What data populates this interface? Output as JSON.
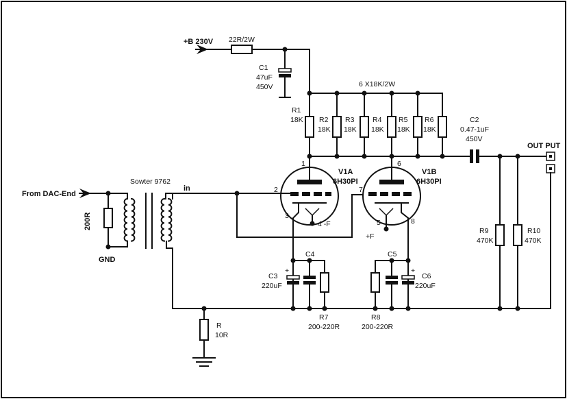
{
  "labels": {
    "supply": "+B 230V",
    "r_supply": "22R/2W",
    "c1_name": "C1",
    "c1_val": "47uF",
    "c1_volt": "450V",
    "bank": "6 X18K/2W",
    "r1_name": "R1",
    "r1_val": "18K",
    "r2_name": "R2",
    "r2_val": "18K",
    "r3_name": "R3",
    "r3_val": "18K",
    "r4_name": "R4",
    "r4_val": "18K",
    "r5_name": "R5",
    "r5_val": "18K",
    "r6_name": "R6",
    "r6_val": "18K",
    "c2_name": "C2",
    "c2_val": "0.47-1uF",
    "c2_volt": "450V",
    "output": "OUT PUT",
    "input": "From DAC-End",
    "input_r": "200R",
    "gnd": "GND",
    "xfmr": "Sowter 9762",
    "xfmr_in": "in",
    "v1a_name": "V1A",
    "v1a_type": "6H30PI",
    "v1b_name": "V1B",
    "v1b_type": "6H30PI",
    "pin1": "1",
    "pin2": "2",
    "pin3": "3",
    "pin4": "4 -F",
    "pin5": "5",
    "pin6": "6",
    "pin7": "7",
    "pin8": "8",
    "plus_f": "+F",
    "c3_name": "C3",
    "c3_val": "220uF",
    "c4_name": "C4",
    "c5_name": "C5",
    "c6_name": "C6",
    "c6_val": "220uF",
    "r7_name": "R7",
    "r7_val": "200-220R",
    "r8_name": "R8",
    "r8_val": "200-220R",
    "r9_name": "R9",
    "r9_val": "470K",
    "r10_name": "R10",
    "r10_val": "470K",
    "r_gnd_name": "R",
    "r_gnd_val": "10R",
    "plus3": "+",
    "plus6": "+"
  }
}
